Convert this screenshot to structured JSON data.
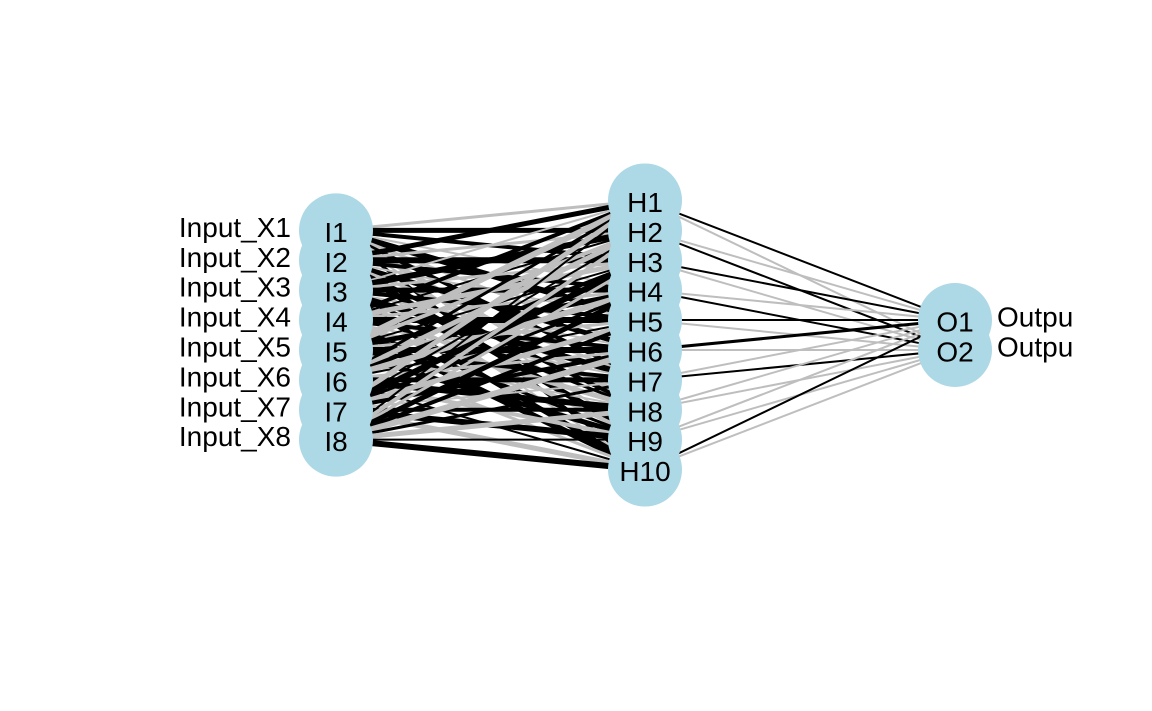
{
  "network": {
    "input_layer": {
      "nodes": [
        "I1",
        "I2",
        "I3",
        "I4",
        "I5",
        "I6",
        "I7",
        "I8"
      ],
      "names": [
        "Input_X1",
        "Input_X2",
        "Input_X3",
        "Input_X4",
        "Input_X5",
        "Input_X6",
        "Input_X7",
        "Input_X8"
      ]
    },
    "hidden_layer": {
      "nodes": [
        "H1",
        "H2",
        "H3",
        "H4",
        "H5",
        "H6",
        "H7",
        "H8",
        "H9",
        "H10"
      ]
    },
    "output_layer": {
      "nodes": [
        "O1",
        "O2"
      ],
      "names": [
        "Outpu",
        "Outpu"
      ]
    },
    "colors": {
      "node_fill": "#add8e6",
      "positive_edge": "#000000",
      "negative_edge": "#bebebe",
      "text": "#000000"
    },
    "edges_input_hidden": {
      "sign": [
        [
          0,
          1,
          1,
          0,
          1,
          0,
          1,
          0,
          0,
          1
        ],
        [
          1,
          0,
          1,
          1,
          0,
          1,
          0,
          1,
          1,
          0
        ],
        [
          0,
          1,
          0,
          1,
          1,
          0,
          1,
          1,
          0,
          1
        ],
        [
          1,
          1,
          0,
          0,
          1,
          1,
          0,
          0,
          1,
          1
        ],
        [
          0,
          0,
          1,
          1,
          0,
          1,
          1,
          0,
          1,
          0
        ],
        [
          1,
          0,
          1,
          0,
          1,
          0,
          1,
          1,
          0,
          1
        ],
        [
          0,
          1,
          1,
          1,
          0,
          1,
          0,
          1,
          1,
          0
        ],
        [
          1,
          0,
          0,
          1,
          1,
          0,
          1,
          0,
          1,
          1
        ]
      ],
      "weight": [
        [
          3,
          5,
          4,
          2,
          6,
          3,
          4,
          5,
          2,
          3
        ],
        [
          5,
          3,
          6,
          4,
          2,
          5,
          3,
          4,
          6,
          2
        ],
        [
          2,
          6,
          3,
          5,
          4,
          2,
          6,
          3,
          4,
          5
        ],
        [
          4,
          2,
          5,
          3,
          6,
          4,
          2,
          5,
          3,
          6
        ],
        [
          6,
          4,
          2,
          5,
          3,
          6,
          4,
          2,
          5,
          3
        ],
        [
          3,
          5,
          4,
          6,
          2,
          3,
          5,
          6,
          4,
          2
        ],
        [
          5,
          2,
          6,
          3,
          5,
          4,
          2,
          4,
          6,
          5
        ],
        [
          2,
          4,
          3,
          5,
          4,
          6,
          3,
          5,
          2,
          6
        ]
      ]
    },
    "edges_hidden_output": {
      "sign": [
        [
          1,
          0
        ],
        [
          0,
          1
        ],
        [
          1,
          0
        ],
        [
          0,
          1
        ],
        [
          1,
          0
        ],
        [
          1,
          0
        ],
        [
          0,
          1
        ],
        [
          0,
          0
        ],
        [
          0,
          0
        ],
        [
          1,
          0
        ]
      ],
      "weight": [
        [
          2,
          2
        ],
        [
          2,
          2
        ],
        [
          2,
          2
        ],
        [
          2,
          2
        ],
        [
          2,
          2
        ],
        [
          3,
          2
        ],
        [
          2,
          2
        ],
        [
          2,
          2
        ],
        [
          2,
          2
        ],
        [
          2,
          2
        ]
      ]
    }
  }
}
